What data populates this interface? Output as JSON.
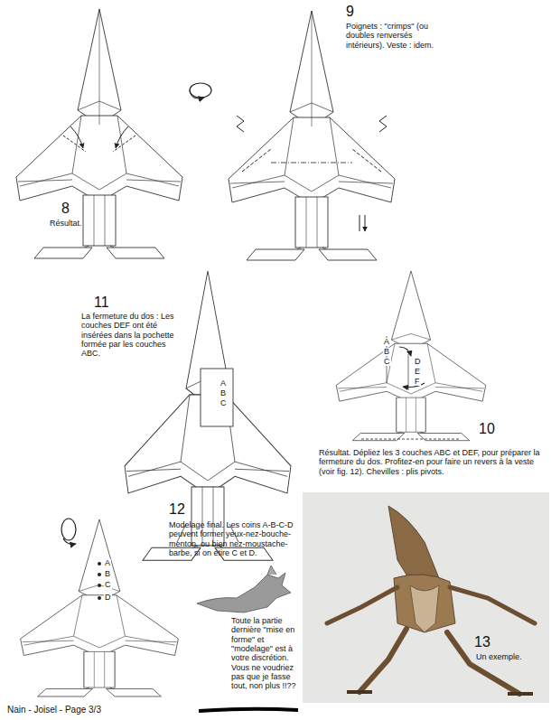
{
  "diagram": {
    "labels": [
      "8",
      "Résultat.",
      "9",
      "Poignets : \"crimps\" (ou doubles renversés intérieurs). Veste : idem.",
      "11",
      "La fermeture du dos : Les couches DEF ont été insérées dans la pochette formée par les couches ABC.",
      "A",
      "B",
      "C",
      "A",
      "B",
      "C",
      "D",
      "E",
      "F",
      "10",
      "Résultat. Dépliez les 3 couches ABC et DEF, pour préparer la fermeture du dos. Profitez-en pour faire un revers à la veste (voir fig. 12). Chevilles : plis pivots.",
      "12",
      "Modelage final. Les coins A-B-C-D peuvent former yeux-nez-bouche-menton, ou bien nez-moustache-barbe, si on étire C et D.",
      "A",
      "B",
      "C",
      "D",
      "Toute la partie dernière \"mise en forme\" et \"modelage\" est à votre discrétion. Vous ne voudriez pas que je fasse tout, non plus !!??",
      "13",
      "Un exemple.",
      "Nain - Joisel - Page 3/3"
    ]
  }
}
